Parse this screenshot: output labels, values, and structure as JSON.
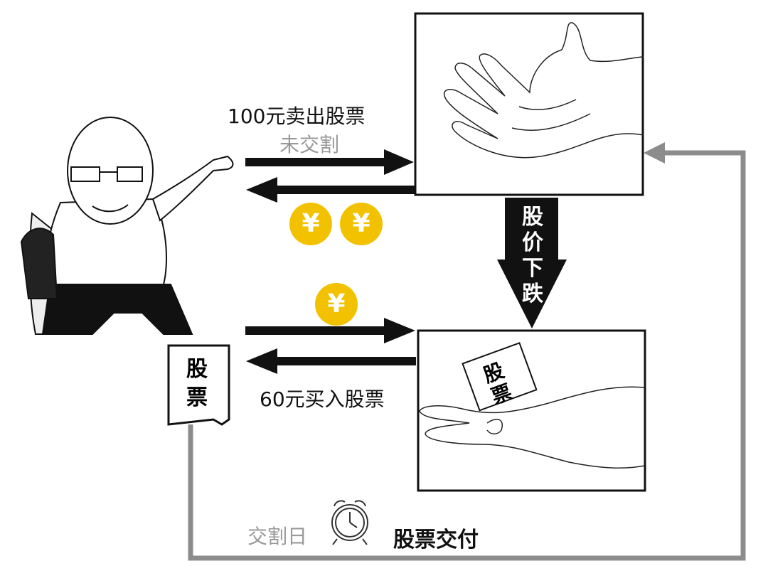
{
  "labels": {
    "sell": "100元卖出股票",
    "unsettled": "未交割",
    "buy": "60元买入股票",
    "price_drop": [
      "股",
      "价",
      "下",
      "跌"
    ],
    "settlement_day": "交割日",
    "delivery": "股票交付",
    "stock_ticket": [
      "股",
      "票"
    ],
    "stock_ticket_hand": [
      "股",
      "票"
    ]
  },
  "coins": {
    "symbol": "¥"
  },
  "colors": {
    "coin": "#f2c200",
    "gray_line": "#8c8c8c",
    "arrow": "#111111"
  }
}
